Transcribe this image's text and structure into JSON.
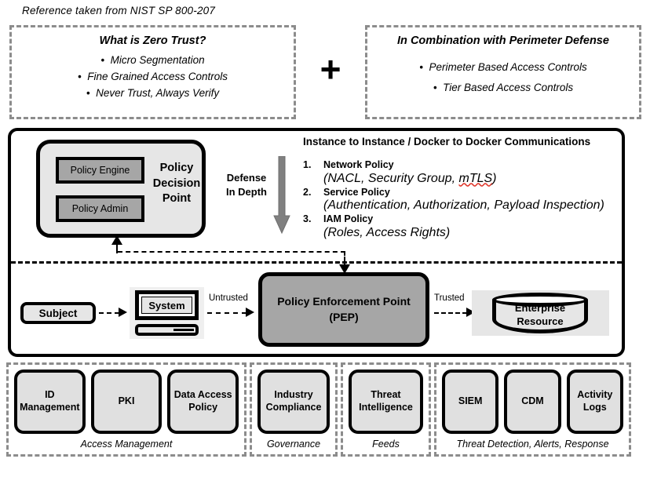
{
  "caption": "Reference taken from NIST SP 800-207",
  "top_boxes": {
    "zero_trust": {
      "title": "What is Zero Trust?",
      "bullets": [
        "Micro Segmentation",
        "Fine Grained Access Controls",
        "Never Trust, Always Verify"
      ]
    },
    "plus": "+",
    "perimeter": {
      "title": "In Combination with Perimeter Defense",
      "bullets": [
        "Perimeter Based Access Controls",
        "Tier Based Access Controls"
      ]
    }
  },
  "main": {
    "pdp": {
      "label": "Policy Decision Point",
      "policy_engine": "Policy Engine",
      "policy_admin": "Policy Admin"
    },
    "defense_in_depth": "Defense In Depth",
    "communications_title": "Instance to Instance / Docker to Docker Communications",
    "policies": [
      {
        "num": "1.",
        "name": "Network Policy",
        "desc_pre": "(NACL, Security Group, ",
        "desc_flag": "mTLS",
        "desc_post": ")"
      },
      {
        "num": "2.",
        "name": "Service Policy",
        "desc_pre": "(Authentication, Authorization, Payload Inspection)",
        "desc_flag": "",
        "desc_post": ""
      },
      {
        "num": "3.",
        "name": "IAM Policy",
        "desc_pre": "(Roles, Access Rights)",
        "desc_flag": "",
        "desc_post": ""
      }
    ],
    "subject": "Subject",
    "system": "System",
    "pep": "Policy Enforcement Point (PEP)",
    "pep_line1": "Policy Enforcement Point",
    "pep_line2": "(PEP)",
    "untrusted_label": "Untrusted",
    "trusted_label": "Trusted",
    "enterprise_resource_line1": "Enterprise",
    "enterprise_resource_line2": "Resource"
  },
  "bottom_groups": [
    {
      "caption": "Access Management",
      "boxes": [
        "ID Management",
        "PKI",
        "Data Access Policy"
      ]
    },
    {
      "caption": "Governance",
      "boxes": [
        "Industry Compliance"
      ]
    },
    {
      "caption": "Feeds",
      "boxes": [
        "Threat Intelligence"
      ]
    },
    {
      "caption": "Threat Detection, Alerts, Response",
      "boxes": [
        "SIEM",
        "CDM",
        "Activity Logs"
      ]
    }
  ],
  "colors": {
    "dashed_gray": "#8c8c8c",
    "pdp_fill": "#e6e6e6",
    "pdp_sub_fill": "#a6a6a6",
    "pep_fill": "#a6a6a6",
    "service_fill": "#e0e0e0",
    "arrow_gray": "#808080",
    "spellcheck_red": "#e03a2f"
  }
}
